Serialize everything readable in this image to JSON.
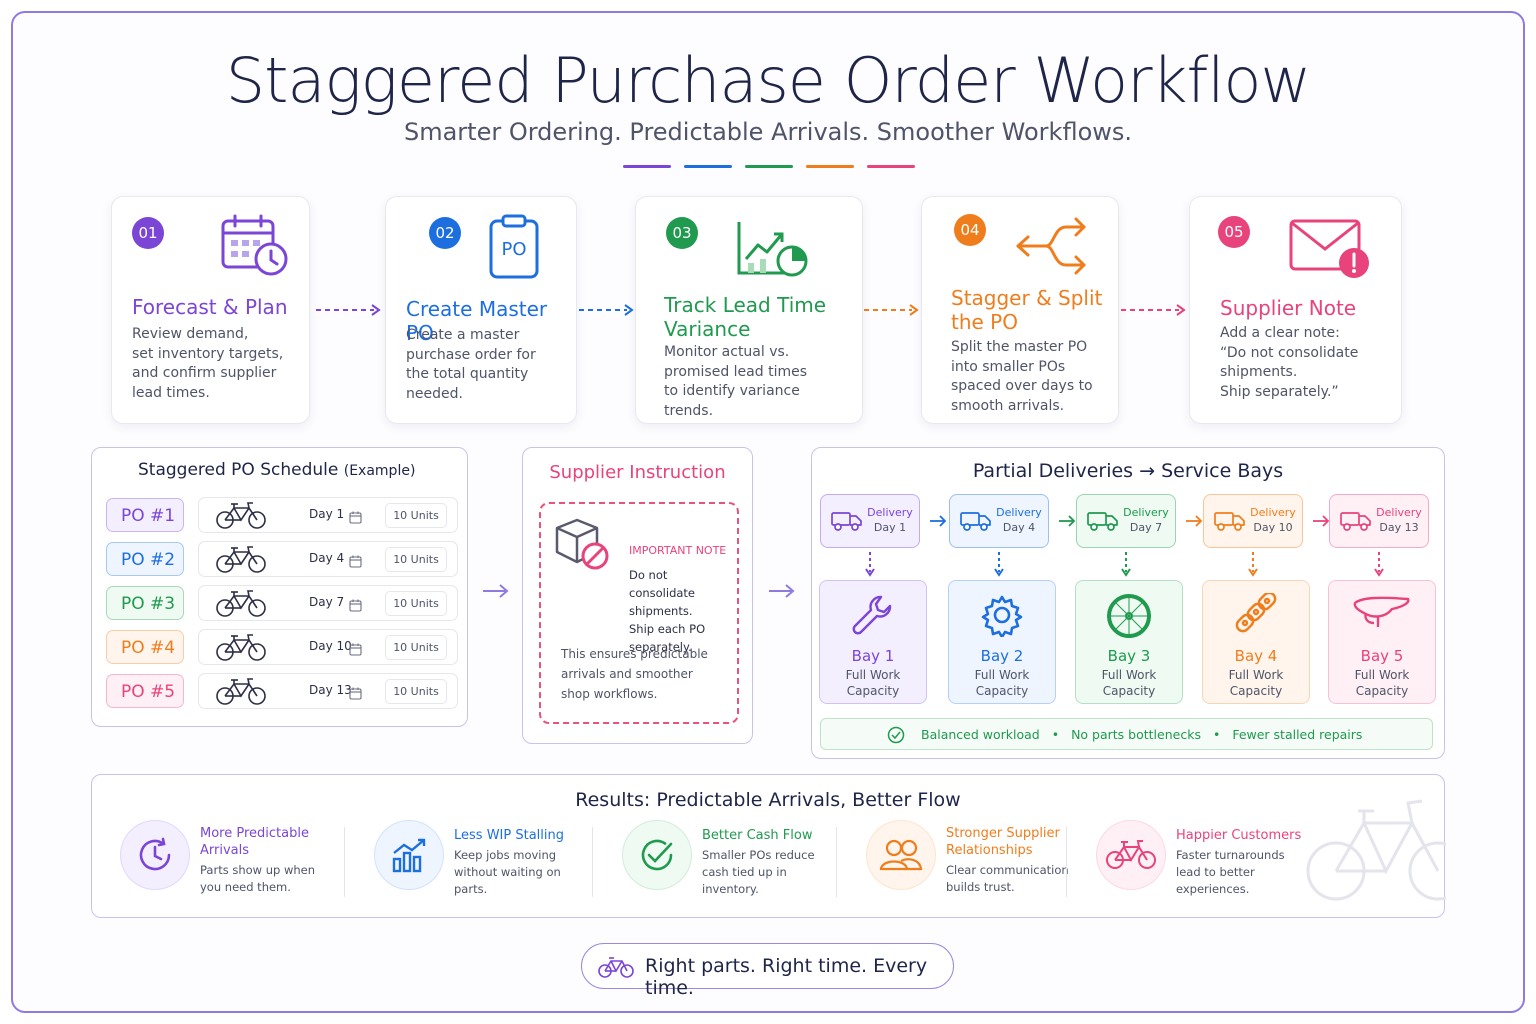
{
  "header": {
    "title": "Staggered Purchase Order Workflow",
    "subtitle": "Smarter Ordering. Predictable Arrivals. Smoother Workflows."
  },
  "colors": {
    "purple": "#7b45d6",
    "blue": "#1d6fe0",
    "green": "#1f9a4f",
    "orange": "#f07d1c",
    "pink": "#e8437b"
  },
  "steps": [
    {
      "num": "01",
      "title_lines": [
        "Forecast & Plan"
      ],
      "desc_lines": [
        "Review demand,",
        "set inventory targets,",
        "and confirm supplier",
        "lead times."
      ],
      "icon": "calendar-clock-icon"
    },
    {
      "num": "02",
      "title_lines": [
        "Create Master PO"
      ],
      "desc_lines": [
        "Create a master",
        "purchase order for",
        "the total quantity",
        "needed."
      ],
      "icon": "po-clipboard-icon",
      "icon_label": "PO"
    },
    {
      "num": "03",
      "title_lines": [
        "Track Lead Time",
        "Variance"
      ],
      "desc_lines": [
        "Monitor actual vs.",
        "promised lead times",
        "to identify variance",
        "trends."
      ],
      "icon": "chart-trend-icon"
    },
    {
      "num": "04",
      "title_lines": [
        "Stagger & Split",
        "the PO"
      ],
      "desc_lines": [
        "Split the master PO",
        "into smaller POs",
        "spaced over days to",
        "smooth arrivals."
      ],
      "icon": "split-arrows-icon"
    },
    {
      "num": "05",
      "title_lines": [
        "Supplier Note"
      ],
      "desc_lines": [
        "Add a clear note:",
        "“Do not consolidate",
        "shipments.",
        "Ship separately.”"
      ],
      "icon": "mail-alert-icon"
    }
  ],
  "schedule": {
    "title": "Staggered PO Schedule",
    "title_suffix": "(Example)",
    "rows": [
      {
        "po": "PO #1",
        "day": "Day 1",
        "units": "10 Units"
      },
      {
        "po": "PO #2",
        "day": "Day 4",
        "units": "10 Units"
      },
      {
        "po": "PO #3",
        "day": "Day 7",
        "units": "10 Units"
      },
      {
        "po": "PO #4",
        "day": "Day 10",
        "units": "10 Units"
      },
      {
        "po": "PO #5",
        "day": "Day 13",
        "units": "10 Units"
      }
    ]
  },
  "instruction": {
    "title": "Supplier Instruction",
    "note_label": "IMPORTANT NOTE",
    "note_lines": [
      "Do not consolidate",
      "shipments.",
      "Ship each PO",
      "separately."
    ],
    "footer_lines": [
      "This ensures predictable",
      "arrivals and smoother",
      "shop workflows."
    ]
  },
  "deliveries": {
    "title": "Partial Deliveries → Service Bays",
    "items": [
      {
        "label": "Delivery",
        "day": "Day 1"
      },
      {
        "label": "Delivery",
        "day": "Day 4"
      },
      {
        "label": "Delivery",
        "day": "Day 7"
      },
      {
        "label": "Delivery",
        "day": "Day 10"
      },
      {
        "label": "Delivery",
        "day": "Day 13"
      }
    ],
    "bays": [
      {
        "name": "Bay 1",
        "cap_lines": [
          "Full Work",
          "Capacity"
        ],
        "icon": "wrench-icon"
      },
      {
        "name": "Bay 2",
        "cap_lines": [
          "Full Work",
          "Capacity"
        ],
        "icon": "gear-icon"
      },
      {
        "name": "Bay 3",
        "cap_lines": [
          "Full Work",
          "Capacity"
        ],
        "icon": "wheel-icon"
      },
      {
        "name": "Bay 4",
        "cap_lines": [
          "Full Work",
          "Capacity"
        ],
        "icon": "chain-icon"
      },
      {
        "name": "Bay 5",
        "cap_lines": [
          "Full Work",
          "Capacity"
        ],
        "icon": "saddle-icon"
      }
    ],
    "benefits": [
      "Balanced workload",
      "No parts bottlenecks",
      "Fewer stalled repairs"
    ],
    "separator": "•"
  },
  "results": {
    "title": "Results: Predictable Arrivals, Better Flow",
    "items": [
      {
        "title_lines": [
          "More Predictable",
          "Arrivals"
        ],
        "desc_lines": [
          "Parts show up when",
          "you need them."
        ],
        "icon": "clock-icon"
      },
      {
        "title_lines": [
          "Less WIP Stalling"
        ],
        "desc_lines": [
          "Keep jobs moving",
          "without waiting on",
          "parts."
        ],
        "icon": "bar-chart-icon"
      },
      {
        "title_lines": [
          "Better Cash Flow"
        ],
        "desc_lines": [
          "Smaller POs reduce",
          "cash tied up in",
          "inventory."
        ],
        "icon": "check-circle-icon"
      },
      {
        "title_lines": [
          "Stronger Supplier",
          "Relationships"
        ],
        "desc_lines": [
          "Clear communication",
          "builds trust."
        ],
        "icon": "people-icon"
      },
      {
        "title_lines": [
          "Happier Customers"
        ],
        "desc_lines": [
          "Faster turnarounds",
          "lead to better",
          "experiences."
        ],
        "icon": "bicycle-icon"
      }
    ]
  },
  "tagline": "Right parts. Right time. Every time."
}
